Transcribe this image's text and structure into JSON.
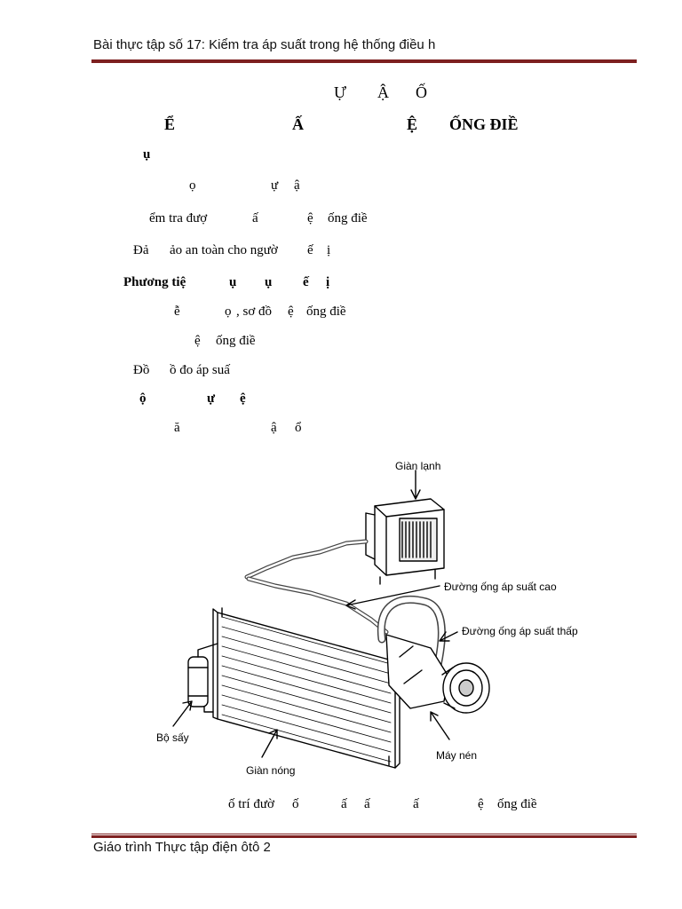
{
  "header": {
    "text": "Bài thực tập số 17: Kiểm tra áp suất trong hệ thống điều h"
  },
  "footer": {
    "text": "Giáo trình Thực tập điện ôtô 2"
  },
  "title_line1": [
    "Ự",
    "Ậ",
    "Ố"
  ],
  "title_line2": [
    "Ể",
    "Ấ",
    "Ệ",
    "ỐNG ĐIỀ"
  ],
  "sec1_heading": "ụ",
  "sec1_items": [
    [
      "ọ",
      "ự",
      "ậ"
    ],
    [
      "ểm tra đượ",
      "ấ",
      "ệ",
      "ống điề"
    ],
    [
      "Đả",
      "ảo an toàn cho ngườ",
      "ế",
      "ị"
    ]
  ],
  "sec2_heading": [
    "Phương tiệ",
    "ụ",
    "ụ",
    "ế",
    "ị"
  ],
  "sec2_items": [
    [
      "ễ",
      "ọ",
      ", sơ đồ",
      "ệ",
      "ống điề"
    ],
    [
      "ệ",
      "ống điề"
    ],
    [
      "Đồ",
      "ồ đo áp suấ"
    ]
  ],
  "sec3_heading": [
    "ộ",
    "ự",
    "ệ"
  ],
  "sec3_item": [
    "ă",
    "ậ",
    "ổ"
  ],
  "figure": {
    "labels": {
      "evaporator": "Giàn lạnh",
      "high_pressure": "Đường ống áp suất cao",
      "low_pressure": "Đường ống áp suất thấp",
      "dryer": "Bộ sấy",
      "condenser": "Giàn nóng",
      "compressor": "Máy nén"
    },
    "caption": [
      "ố trí đườ",
      "ố",
      "ấ",
      "ấ",
      "ấ",
      "ệ",
      "ống điề"
    ]
  }
}
